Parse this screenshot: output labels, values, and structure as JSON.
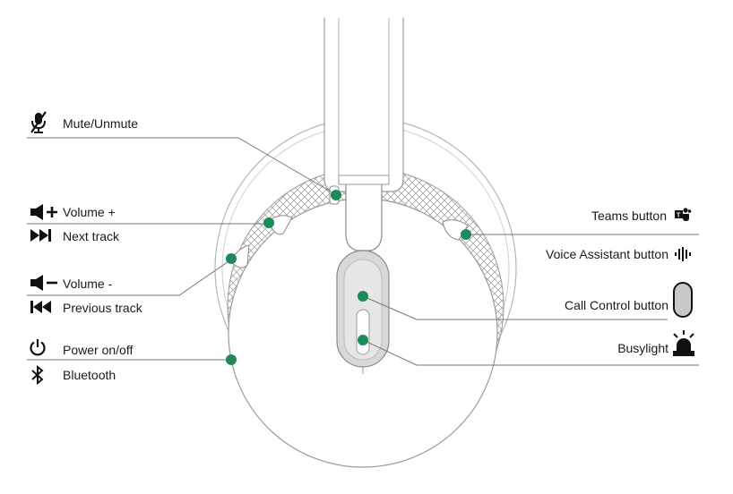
{
  "labels": {
    "mute": "Mute/Unmute",
    "volume_up": "Volume +",
    "next_track": "Next track",
    "volume_down": "Volume -",
    "previous_track": "Previous track",
    "power": "Power on/off",
    "bluetooth": "Bluetooth",
    "teams": "Teams button",
    "voice_assistant": "Voice Assistant button",
    "call_control": "Call Control button",
    "busylight": "Busylight"
  },
  "icons": {
    "mute": "mic-muted-icon",
    "volume_up": "volume-up-icon",
    "next_track": "next-track-icon",
    "volume_down": "volume-down-icon",
    "previous_track": "previous-track-icon",
    "power": "power-icon",
    "bluetooth": "bluetooth-icon",
    "teams": "teams-icon",
    "voice_assistant": "voice-assistant-icon",
    "call_control": "call-control-button-icon",
    "busylight": "busylight-icon"
  },
  "colors": {
    "marker": "#1e8a5a",
    "line": "#777777",
    "outline": "#9a9a9a",
    "icon": "#111111"
  }
}
